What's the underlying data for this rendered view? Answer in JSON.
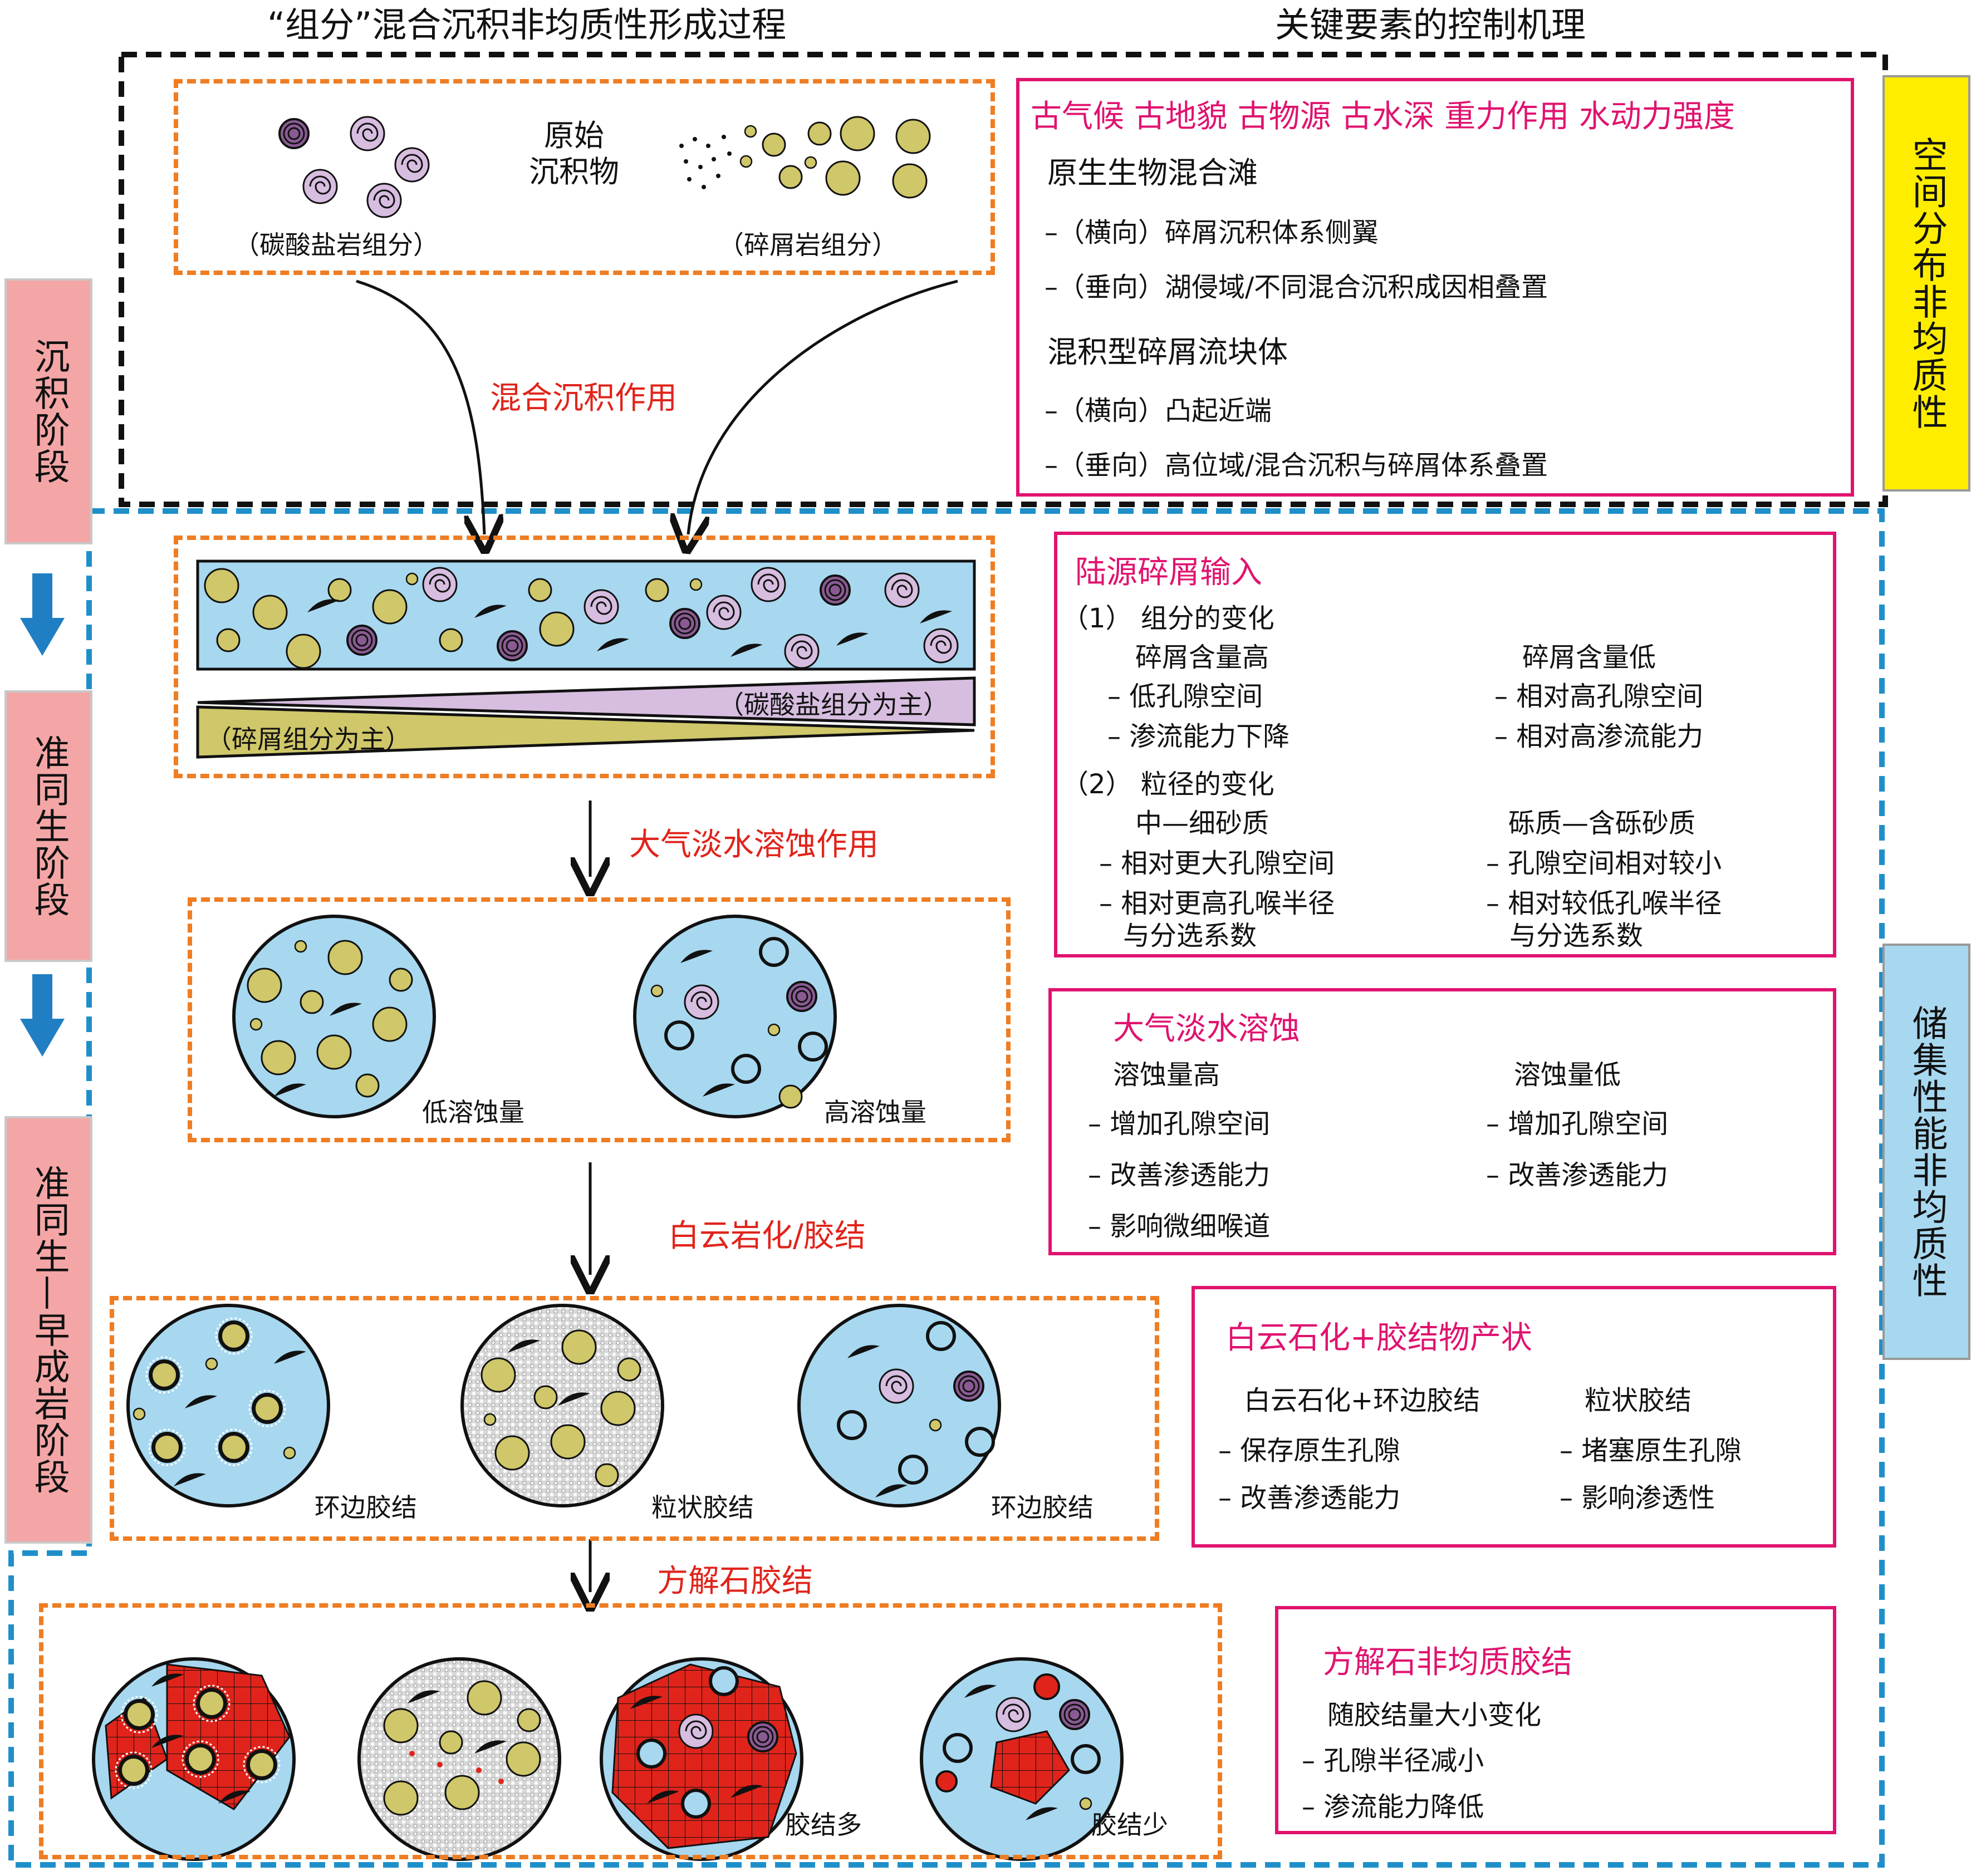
{
  "headers": {
    "left": "“组分”混合沉积非均质性形成过程",
    "right": "关键要素的控制机理"
  },
  "stages": [
    "沉积阶段",
    "准同生阶段",
    "准同生—早成岩阶段"
  ],
  "side_labels": {
    "spatial": "空间分布非均质性",
    "reservoir": "储集性能非均质性"
  },
  "colors": {
    "water": "#a7d8f0",
    "grain": "#cfc769",
    "carbonate": "#d7bde0",
    "cement_red": "#e0241b",
    "magenta": "#e0136f",
    "orange": "#ee7d23",
    "black_border": "#111111",
    "blue_border": "#1f8fc9",
    "yellow": "#ffed00",
    "stage_pink": "#f4a6a6",
    "side_blue": "#a7d8f0"
  },
  "original": {
    "center_label": "原始\n沉积物",
    "carbonate_label": "（碳酸盐岩组分）",
    "clastic_label": "（碎屑岩组分）"
  },
  "processes": {
    "p1": "混合沉积作用",
    "p2": "大气淡水溶蚀作用",
    "p3": "白云岩化/胶结",
    "p4": "方解石胶结"
  },
  "wedges": {
    "carbonate": "（碳酸盐组分为主）",
    "clastic": "（碎屑组分为主）"
  },
  "circle_labels": {
    "low_dissolution": "低溶蚀量",
    "high_dissolution": "高溶蚀量",
    "rim_cement_1": "环边胶结",
    "granular_cement": "粒状胶结",
    "rim_cement_2": "环边胶结",
    "more_cement": "胶结多",
    "less_cement": "胶结少"
  },
  "box1": {
    "title": "古气候   古地貌   古物源   古水深   重力作用  水动力强度",
    "lines": [
      "原生生物混合滩",
      "–（横向）碎屑沉积体系侧翼",
      "–（垂向）湖侵域/不同混合沉积成因相叠置",
      "混积型碎屑流块体",
      "–（横向）凸起近端",
      "–（垂向）高位域/混合沉积与碎屑体系叠置"
    ]
  },
  "box2": {
    "title": "陆源碎屑输入",
    "sec1": "（1）  组分的变化",
    "col1a": [
      "碎屑含量高",
      "– 低孔隙空间",
      "– 渗流能力下降"
    ],
    "col1b": [
      "碎屑含量低",
      "– 相对高孔隙空间",
      "– 相对高渗流能力"
    ],
    "sec2": "（2）  粒径的变化",
    "col2a": [
      "中—细砂质",
      "– 相对更大孔隙空间",
      "– 相对更高孔喉半径",
      "与分选系数"
    ],
    "col2b": [
      "砾质—含砾砂质",
      "– 孔隙空间相对较小",
      "– 相对较低孔喉半径",
      "与分选系数"
    ]
  },
  "box3": {
    "title": "大气淡水溶蚀",
    "colA": [
      "溶蚀量高",
      "– 增加孔隙空间",
      "– 改善渗透能力",
      "– 影响微细喉道"
    ],
    "colB": [
      "溶蚀量低",
      "– 增加孔隙空间",
      "– 改善渗透能力"
    ]
  },
  "box4": {
    "title": "白云石化+胶结物产状",
    "colA": [
      "白云石化+环边胶结",
      "– 保存原生孔隙",
      "– 改善渗透能力"
    ],
    "colB": [
      "粒状胶结",
      "– 堵塞原生孔隙",
      "– 影响渗透性"
    ]
  },
  "box5": {
    "title": "方解石非均质胶结",
    "lines": [
      "随胶结量大小变化",
      "– 孔隙半径减小",
      "– 渗流能力降低"
    ]
  }
}
